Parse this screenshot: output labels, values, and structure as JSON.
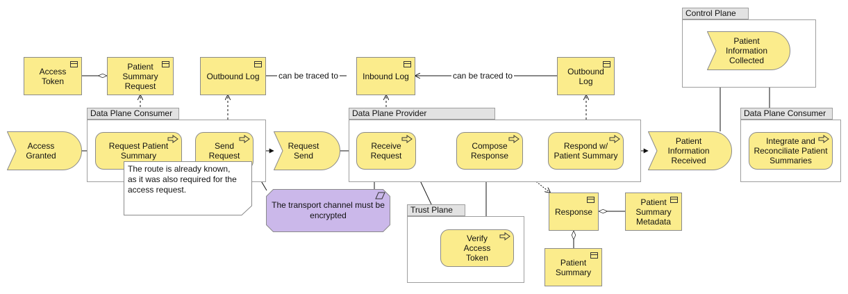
{
  "groups": {
    "control_plane": "Control Plane",
    "dp_consumer": "Data Plane Consumer",
    "dp_provider": "Data Plane Provider",
    "trust_plane": "Trust Plane",
    "dp_consumer_2": "Data Plane Consumer"
  },
  "nodes": {
    "access_token": "Access Token",
    "patient_summary_request": "Patient Summary Request",
    "outbound_log_1": "Outbound Log",
    "inbound_log": "Inbound Log",
    "outbound_log_2": "Outbound Log",
    "patient_info_collected": "Patient Information Collected",
    "access_granted": "Access Granted",
    "request_patient_summary": "Request Patient Summary",
    "send_request": "Send Request",
    "request_send": "Request Send",
    "receive_request": "Receive Request",
    "compose_response": "Compose Response",
    "respond_with_summary": "Respond w/ Patient Summary",
    "patient_info_received": "Patient Information Received",
    "integrate_reconciliate": "Integrate and Reconciliate Patient Summaries",
    "response": "Response",
    "patient_summary_metadata": "Patient Summary Metadata",
    "patient_summary": "Patient Summary",
    "verify_access_token": "Verify Access Token"
  },
  "relations": {
    "traced_1": "can be traced to",
    "traced_2": "can be traced to"
  },
  "note": "The route is already known,\nas it was also required for the\naccess request.",
  "constraint": "The transport channel must be encrypted",
  "colors": {
    "element_fill": "#fbec8c",
    "constraint_fill": "#cbb8ea",
    "group_tab": "#e2e2e2"
  }
}
